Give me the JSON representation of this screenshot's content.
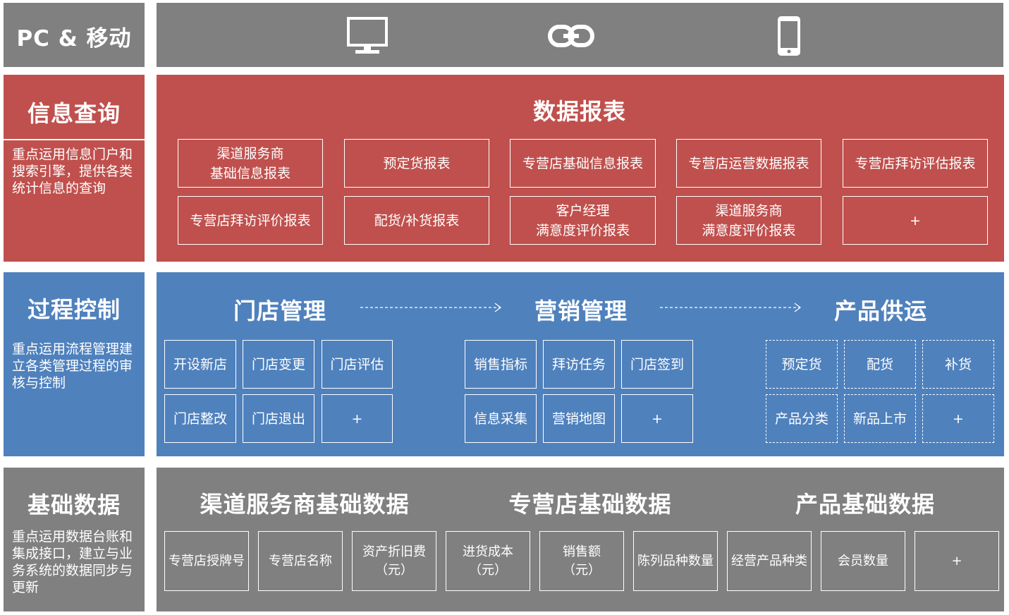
{
  "row_pc": {
    "title": "PC & 移动",
    "icons": [
      "monitor-icon",
      "link-icon",
      "mobile-phone-icon"
    ]
  },
  "row_info": {
    "title": "信息查询",
    "desc": "重点运用信息门户和搜索引擎，提供各类统计信息的查询",
    "section_title": "数据报表",
    "reports": [
      "渠道服务商\n基础信息报表",
      "预定货报表",
      "专营店基础信息报表",
      "专营店运营数据报表",
      "专营店拜访评估报表",
      "专营店拜访评价报表",
      "配货/补货报表",
      "客户经理\n满意度评价报表",
      "渠道服务商\n满意度评价报表",
      "+"
    ]
  },
  "row_process": {
    "title": "过程控制",
    "desc": "重点运用流程管理建立各类管理过程的审核与控制",
    "groups": [
      {
        "title": "门店管理",
        "items": [
          "开设新店",
          "门店变更",
          "门店评估",
          "门店整改",
          "门店退出",
          "+"
        ]
      },
      {
        "title": "营销管理",
        "items": [
          "销售指标",
          "拜访任务",
          "门店签到",
          "信息采集",
          "营销地图",
          "+"
        ]
      },
      {
        "title": "产品供运",
        "items": [
          "预定货",
          "配货",
          "补货",
          "产品分类",
          "新品上市",
          "+"
        ]
      }
    ]
  },
  "row_base": {
    "title": "基础数据",
    "desc": "重点运用数据台账和集成接口，建立与业务系统的数据同步与更新",
    "section_titles": [
      "渠道服务商基础数据",
      "专营店基础数据",
      "产品基础数据"
    ],
    "items": [
      "专营店授牌号",
      "专营店名称",
      "资产折旧费\n（元）",
      "进货成本\n（元）",
      "销售额\n（元）",
      "陈列品种数量",
      "经营产品种类",
      "会员数量",
      "+"
    ]
  },
  "colors": {
    "gray": "#808080",
    "red": "#c0504d",
    "blue": "#4f81bd"
  }
}
